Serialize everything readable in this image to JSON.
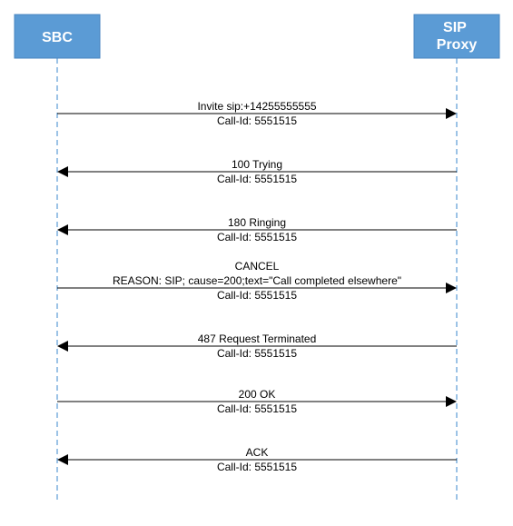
{
  "actors": {
    "sbc": {
      "label": [
        "SBC"
      ]
    },
    "proxy": {
      "label": [
        "SIP",
        "Proxy"
      ]
    }
  },
  "colors": {
    "actor_fill": "#5b9bd5",
    "lifeline": "#5b9bd5",
    "message": "#000000"
  },
  "messages": [
    {
      "direction": "sbc-to-proxy",
      "lines": [
        "Invite sip:+14255555555",
        "Call-Id: 5551515"
      ]
    },
    {
      "direction": "proxy-to-sbc",
      "lines": [
        "100 Trying",
        "Call-Id: 5551515"
      ]
    },
    {
      "direction": "proxy-to-sbc",
      "lines": [
        "180 Ringing",
        "Call-Id: 5551515"
      ]
    },
    {
      "direction": "sbc-to-proxy",
      "lines": [
        "CANCEL",
        "REASON: SIP; cause=200;text=\"Call completed elsewhere\"",
        "Call-Id: 5551515"
      ]
    },
    {
      "direction": "proxy-to-sbc",
      "lines": [
        "487 Request Terminated",
        "Call-Id: 5551515"
      ]
    },
    {
      "direction": "sbc-to-proxy",
      "lines": [
        "200 OK",
        "Call-Id: 5551515"
      ]
    },
    {
      "direction": "proxy-to-sbc",
      "lines": [
        "ACK",
        "Call-Id: 5551515"
      ]
    }
  ]
}
